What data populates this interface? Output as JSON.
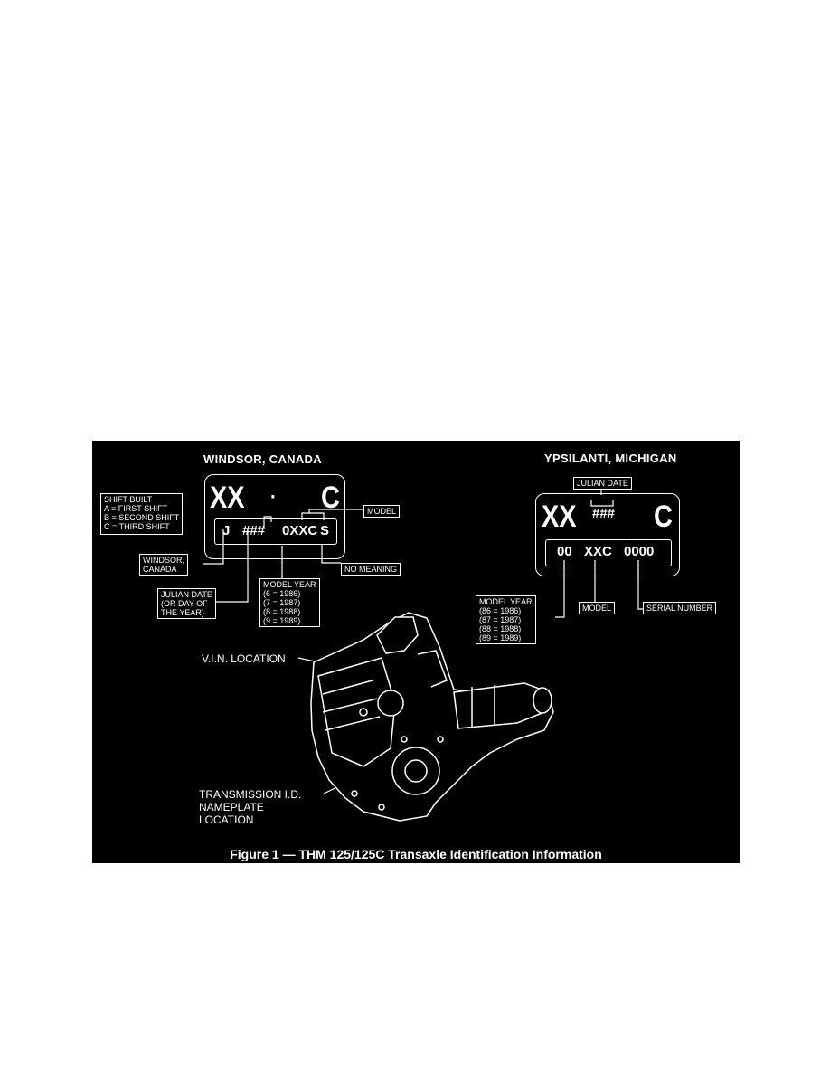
{
  "windsor": {
    "heading": "WINDSOR, CANADA",
    "plate_top_left": "XX",
    "plate_top_dot": "·",
    "plate_top_right": "C",
    "code_j": "J",
    "code_hash": "###",
    "code_model": "0XXC",
    "code_s": "S",
    "shift_box": [
      "SHIFT BUILT",
      "A = FIRST SHIFT",
      "B = SECOND SHIFT",
      "C = THIRD SHIFT"
    ],
    "model_label": "MODEL",
    "windsor_box": [
      "WINDSOR,",
      "CANADA"
    ],
    "no_meaning": "NO MEANING",
    "julian_box": [
      "JULIAN DATE",
      "(OR DAY OF",
      "THE YEAR)"
    ],
    "model_year_box": [
      "MODEL YEAR",
      "(6 = 1986)",
      "(7 = 1987)",
      "(8 = 1988)",
      "(9 = 1989)"
    ]
  },
  "ypsilanti": {
    "heading": "YPSILANTI, MICHIGAN",
    "julian_label": "JULIAN DATE",
    "plate_top_left": "XX",
    "plate_top_hash": "###",
    "plate_top_right": "C",
    "code_year": "00",
    "code_model": "XXC",
    "code_serial": "0000",
    "model_year_box": [
      "MODEL YEAR",
      "(86 = 1986)",
      "(87 = 1987)",
      "(88 = 1988)",
      "(89 = 1989)"
    ],
    "model_label": "MODEL",
    "serial_label": "SERIAL NUMBER"
  },
  "transaxle": {
    "vin_label": "V.I.N. LOCATION",
    "nameplate_label": [
      "TRANSMISSION I.D.",
      "NAMEPLATE",
      "LOCATION"
    ]
  },
  "caption": "Figure 1 — THM 125/125C Transaxle Identification Information"
}
